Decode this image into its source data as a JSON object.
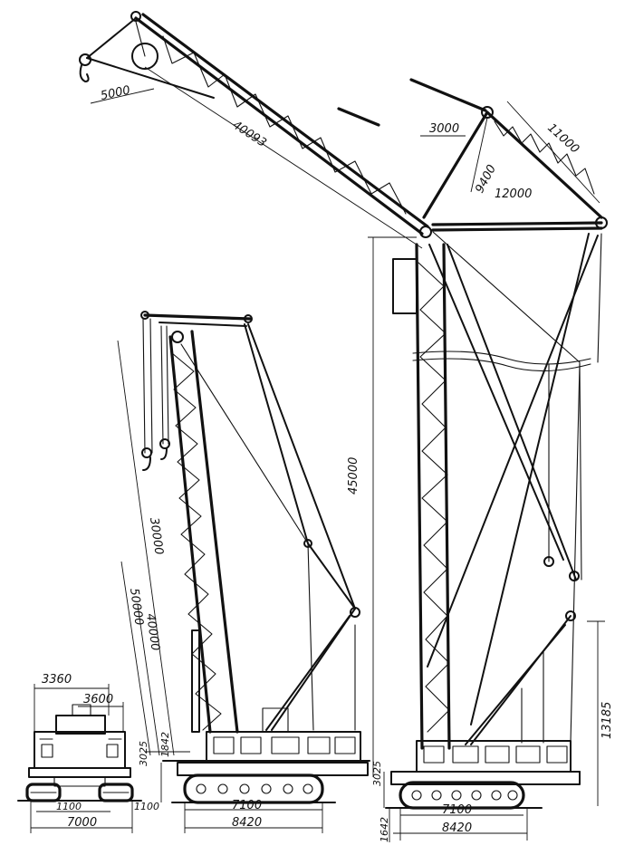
{
  "dimensions": {
    "top_left_boom_radius": "5000",
    "jib_length": "40093",
    "right_mast_top_offset": "3000",
    "right_mast_strut": "9400",
    "right_counter_jib": "12000",
    "right_top_stay": "11000",
    "right_mast_height": "45000",
    "right_hook_height": "13185",
    "mid_boom_length": "30000",
    "mid_height_a": "40000",
    "mid_height_b": "50000",
    "left_cab_width": "3360",
    "left_cab_inner": "3600",
    "left_base_height": "3025",
    "left_base_low": "1842",
    "left_track_gauge": "1100",
    "left_track_gauge_b": "1100",
    "left_track_width": "7000",
    "mid_track_inner": "7100",
    "mid_track_outer": "8420",
    "right_base_height": "3025",
    "right_track_low": "1642",
    "right_track_inner": "7100",
    "right_track_outer": "8420"
  }
}
